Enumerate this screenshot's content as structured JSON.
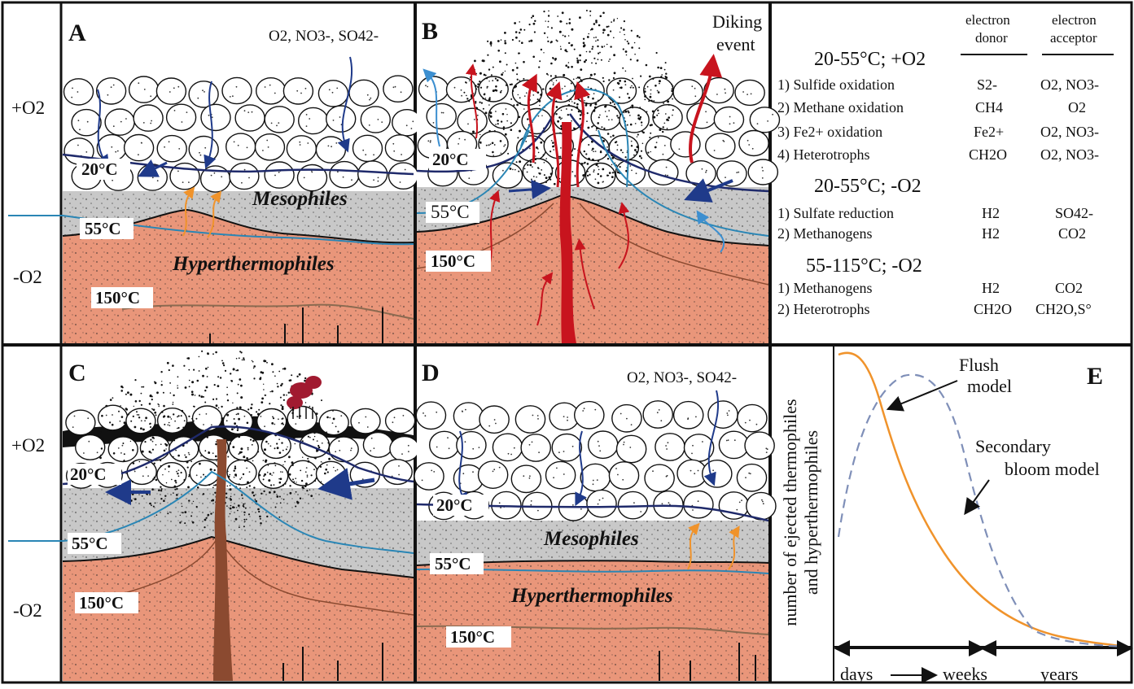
{
  "side_labels": {
    "top_plus": "+O2",
    "top_minus": "-O2",
    "bottom_plus": "+O2",
    "bottom_minus": "-O2"
  },
  "panels": {
    "A": {
      "letter": "A",
      "oxidants": "O2, NO3-, SO42-",
      "t20": "20°C",
      "t55": "55°C",
      "t150": "150°C",
      "zone_meso": "Mesophiles",
      "zone_hyper": "Hyperthermophiles"
    },
    "B": {
      "letter": "B",
      "event_line1": "Diking",
      "event_line2": "event",
      "t20": "20°C",
      "t55": "55°C",
      "t150": "150°C"
    },
    "C": {
      "letter": "C",
      "t20": "20°C",
      "t55": "55°C",
      "t150": "150°C"
    },
    "D": {
      "letter": "D",
      "oxidants": "O2, NO3-, SO42-",
      "t20": "20°C",
      "t55": "55°C",
      "t150": "150°C",
      "zone_meso": "Mesophiles",
      "zone_hyper": "Hyperthermophiles"
    }
  },
  "metabolism_table": {
    "col_donor_1": "electron",
    "col_donor_2": "donor",
    "col_acceptor_1": "electron",
    "col_acceptor_2": "acceptor",
    "groups": [
      {
        "header": "20-55°C; +O2",
        "rows": [
          {
            "name": "1) Sulfide oxidation",
            "donor": "S2-",
            "acceptor": "O2, NO3-"
          },
          {
            "name": "2) Methane oxidation",
            "donor": "CH4",
            "acceptor": "O2"
          },
          {
            "name": "3) Fe2+ oxidation",
            "donor": "Fe2+",
            "acceptor": "O2, NO3-"
          },
          {
            "name": "4) Heterotrophs",
            "donor": "CH2O",
            "acceptor": "O2, NO3-"
          }
        ]
      },
      {
        "header": "20-55°C; -O2",
        "rows": [
          {
            "name": "1) Sulfate reduction",
            "donor": "H2",
            "acceptor": "SO42-"
          },
          {
            "name": "2) Methanogens",
            "donor": "H2",
            "acceptor": "CO2"
          }
        ]
      },
      {
        "header": "55-115°C; -O2",
        "rows": [
          {
            "name": "1) Methanogens",
            "donor": "H2",
            "acceptor": "CO2"
          },
          {
            "name": "2) Heterotrophs",
            "donor": "CH2O",
            "acceptor": "CH2O,S°"
          }
        ]
      }
    ]
  },
  "panel_E": {
    "letter": "E",
    "ylabel_line1": "number of ejected thermophiles",
    "ylabel_line2": "and hyperthermophiles",
    "flush_line1": "Flush",
    "flush_line2": "model",
    "bloom_line1": "Secondary",
    "bloom_line2": "bloom model",
    "x_days": "days",
    "x_weeks": "weeks",
    "x_years": "years",
    "colors": {
      "flush": "#f0932b",
      "bloom": "#7f8fb8"
    }
  },
  "colors": {
    "hot_zone": "#e9967a",
    "meso_zone": "#c8c8c8",
    "deep_blue": "#1f2a6b",
    "light_blue": "#2a86b5",
    "magma_red": "#c8141e",
    "orange_flow": "#f0932b",
    "dike_brown": "#8b4a30"
  }
}
